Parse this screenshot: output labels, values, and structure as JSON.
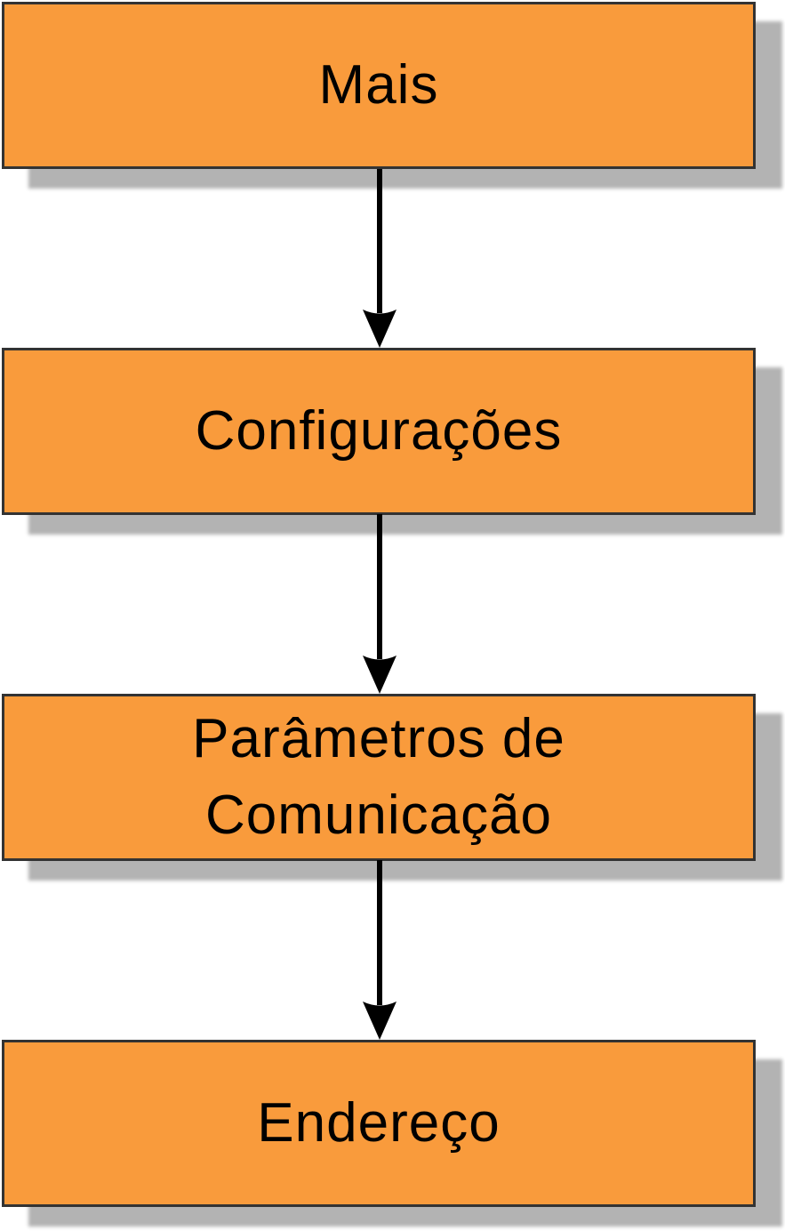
{
  "diagram": {
    "type": "flowchart-vertical",
    "nodes": [
      {
        "id": 1,
        "label": "Mais"
      },
      {
        "id": 2,
        "label": "Configurações"
      },
      {
        "id": 3,
        "label": "Parâmetros de Comunicação"
      },
      {
        "id": 4,
        "label": "Endereço"
      }
    ],
    "connectors": [
      {
        "from": 1,
        "to": 2,
        "icon": "arrow-down"
      },
      {
        "from": 2,
        "to": 3,
        "icon": "arrow-down"
      },
      {
        "from": 3,
        "to": 4,
        "icon": "arrow-down"
      }
    ],
    "colors": {
      "node_fill": "#f99b3c",
      "node_border": "#333333",
      "shadow": "#b3b3b3",
      "arrow": "#000000",
      "text": "#000000",
      "background": "#ffffff"
    }
  }
}
